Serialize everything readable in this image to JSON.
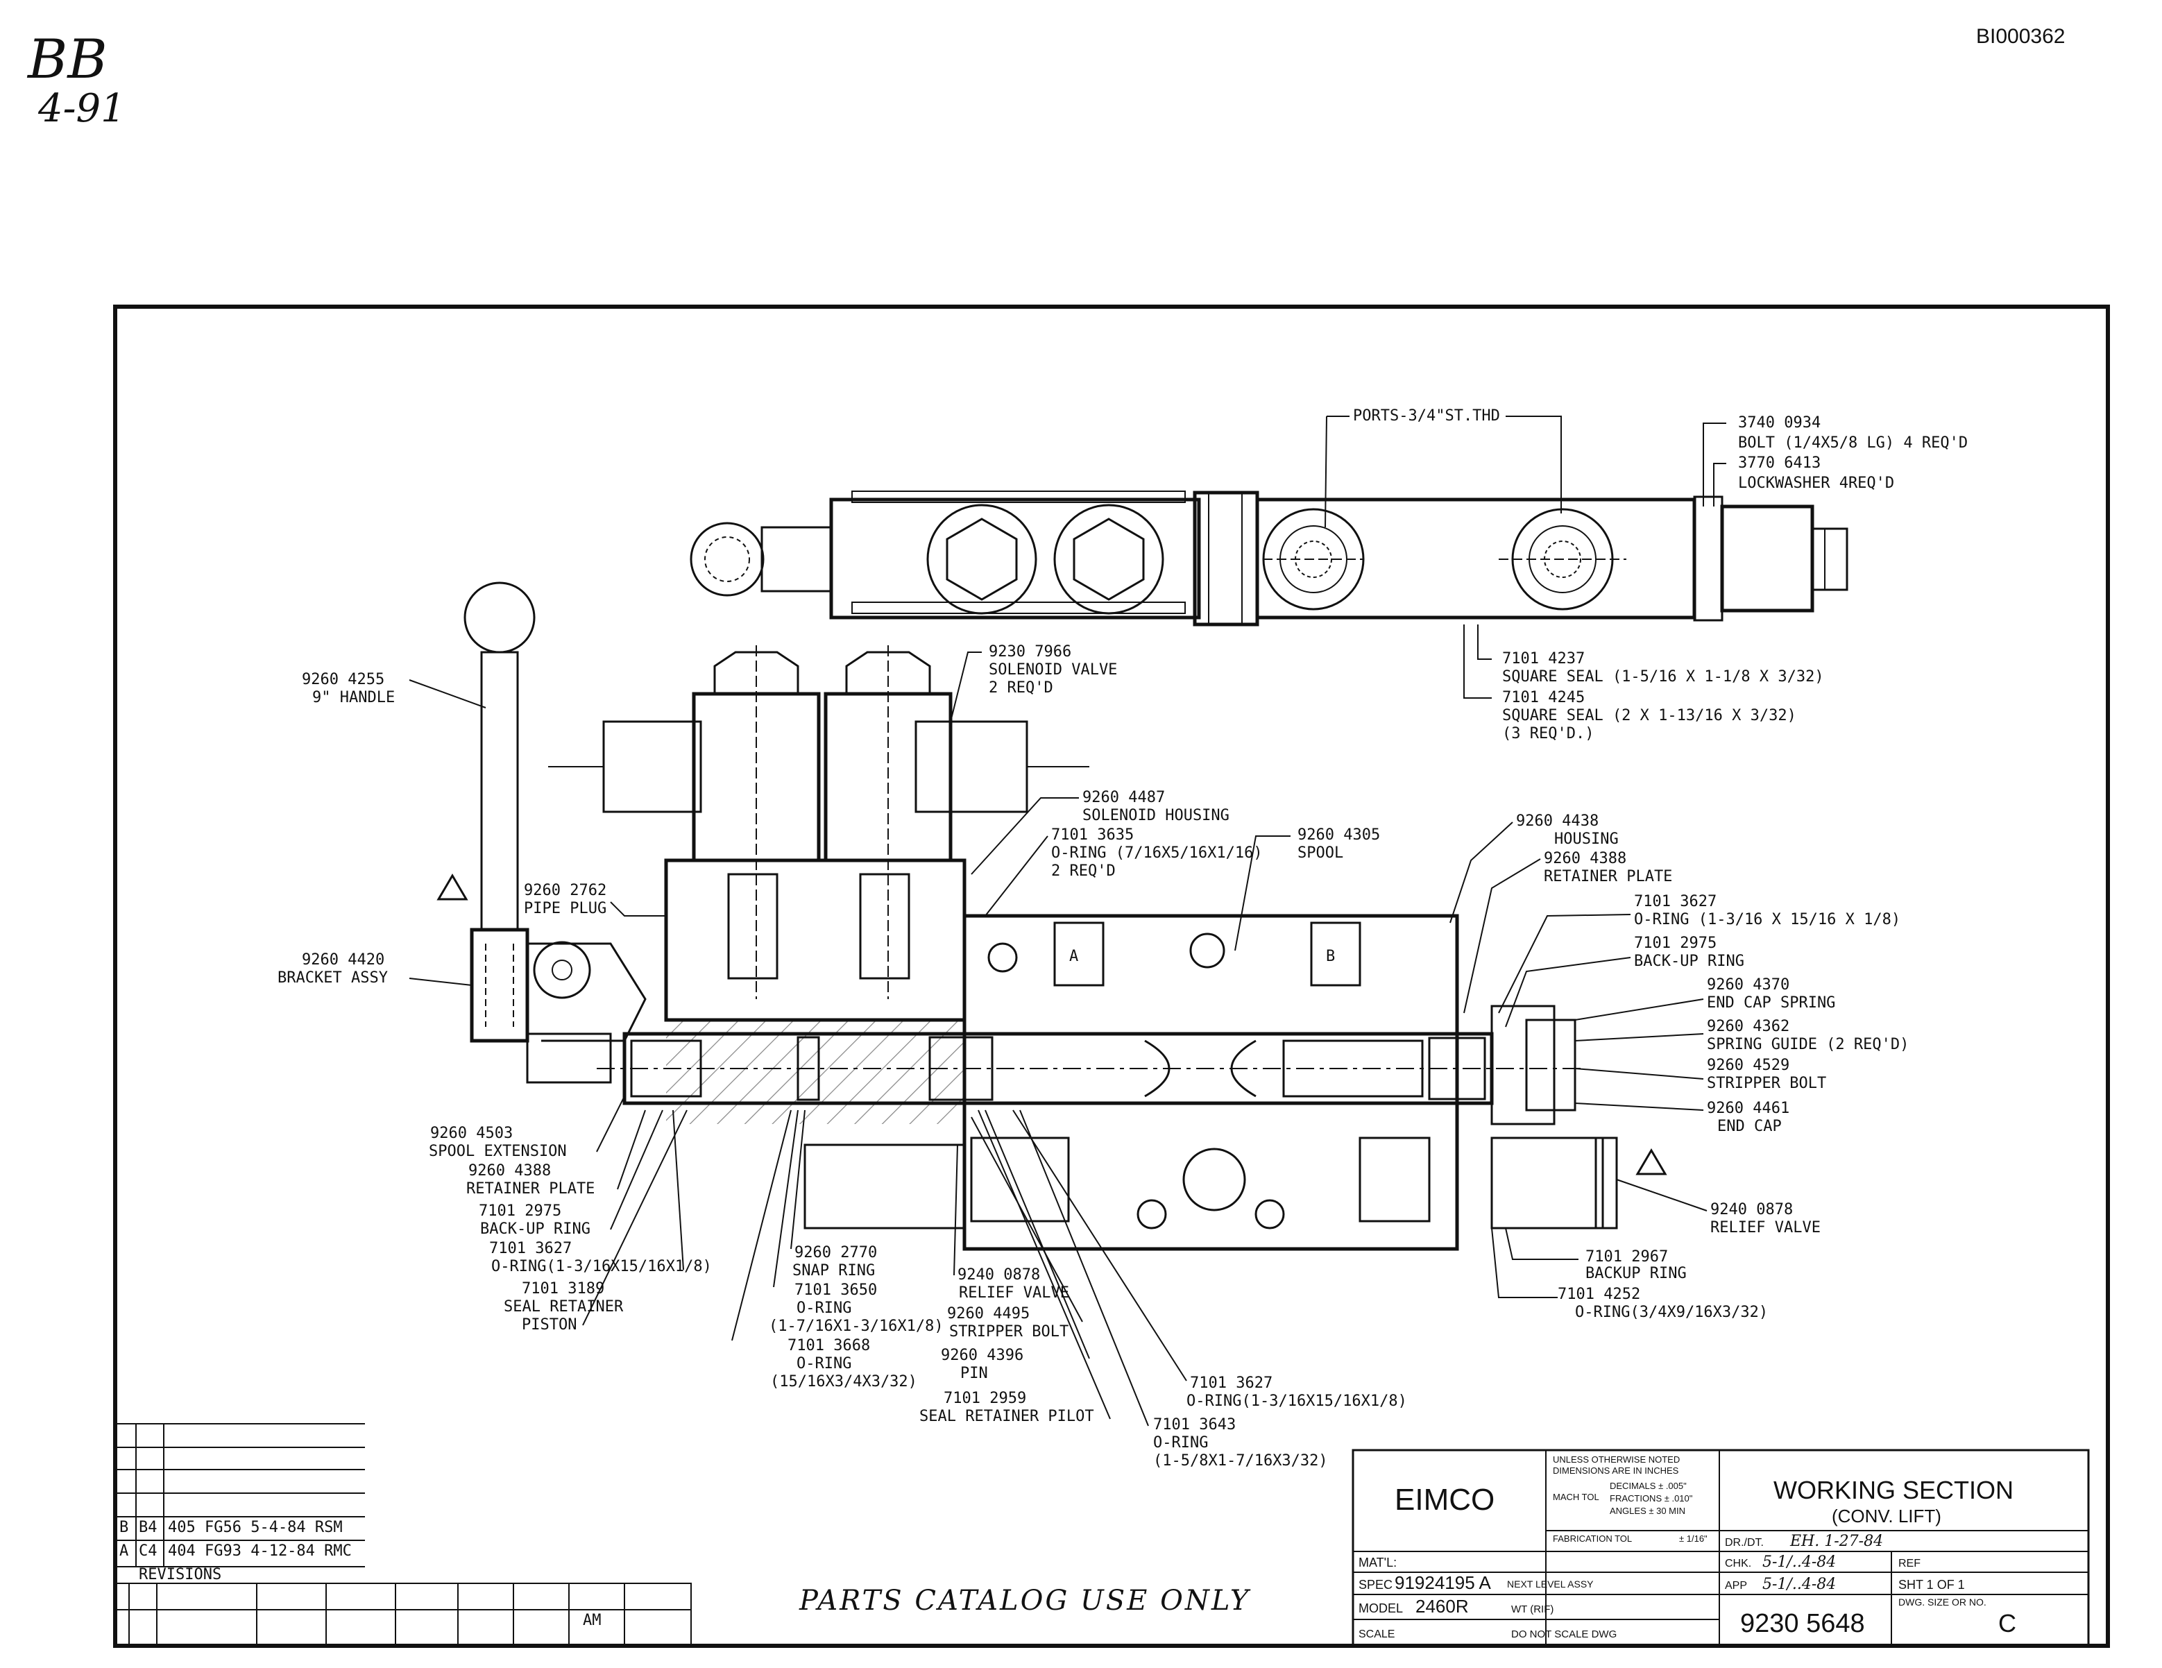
{
  "doc_id": "BI000362",
  "handwritten": {
    "line1": "BB",
    "line2": "4-91"
  },
  "catalog_note": "PARTS CATALOG USE ONLY",
  "callouts": {
    "ports": "PORTS-3/4\"ST.THD",
    "bolt_num": "3740 0934",
    "bolt_desc": "BOLT (1/4X5/8 LG) 4 REQ'D",
    "lockwasher_num": "3770 6413",
    "lockwasher_desc": "LOCKWASHER 4REQ'D",
    "sqseal1_num": "7101 4237",
    "sqseal1_desc": "SQUARE SEAL (1-5/16 X 1-1/8 X 3/32)",
    "sqseal2_num": "7101 4245",
    "sqseal2_desc": "SQUARE SEAL (2 X 1-13/16 X 3/32)",
    "sqseal2_qty": "(3 REQ'D.)",
    "handle_num": "9260 4255",
    "handle_desc": "9\" HANDLE",
    "solvalve_num": "9230 7966",
    "solvalve_desc": "SOLENOID VALVE",
    "solvalve_qty": "2 REQ'D",
    "solhousing_num": "9260 4487",
    "solhousing_desc": "SOLENOID HOUSING",
    "oring_a_num": "7101 3635",
    "oring_a_desc": "O-RING (7/16X5/16X1/16)",
    "oring_a_qty": "2 REQ'D",
    "spool_num": "9260 4305",
    "spool_desc": "SPOOL",
    "housing_num": "9260 4438",
    "housing_desc": "HOUSING",
    "retplate_r_num": "9260 4388",
    "retplate_r_desc": "RETAINER PLATE",
    "oring_b_num": "7101 3627",
    "oring_b_desc": "O-RING (1-3/16 X 15/16 X 1/8)",
    "backup_r_num": "7101 2975",
    "backup_r_desc": "BACK-UP RING",
    "endcapspring_num": "9260 4370",
    "endcapspring_desc": "END CAP SPRING",
    "springguide_num": "9260 4362",
    "springguide_desc": "SPRING GUIDE (2 REQ'D)",
    "stripper_r_num": "9260 4529",
    "stripper_r_desc": "STRIPPER BOLT",
    "endcap_num": "9260 4461",
    "endcap_desc": "END CAP",
    "relief_r_num": "9240 0878",
    "relief_r_desc": "RELIEF VALVE",
    "backup_b_num": "7101 2967",
    "backup_b_desc": "BACKUP RING",
    "oring_c_num": "7101 4252",
    "oring_c_desc": "O-RING(3/4X9/16X3/32)",
    "pipeplug_num": "9260 2762",
    "pipeplug_desc": "PIPE PLUG",
    "bracket_num": "9260 4420",
    "bracket_desc": "BRACKET ASSY",
    "spoolext_num": "9260 4503",
    "spoolext_desc": "SPOOL EXTENSION",
    "retplate_l_num": "9260 4388",
    "retplate_l_desc": "RETAINER PLATE",
    "backup_l_num": "7101 2975",
    "backup_l_desc": "BACK-UP RING",
    "oring_l_num": "7101 3627",
    "oring_l_desc": "O-RING(1-3/16X15/16X1/8)",
    "sealret_piston_num": "7101 3189",
    "sealret_piston_desc1": "SEAL RETAINER",
    "sealret_piston_desc2": "PISTON",
    "snapring_num": "9260 2770",
    "snapring_desc": "SNAP RING",
    "oring_d_num": "7101 3650",
    "oring_d_desc1": "O-RING",
    "oring_d_desc2": "(1-7/16X1-3/16X1/8)",
    "oring_e_num": "7101 3668",
    "oring_e_desc1": "O-RING",
    "oring_e_desc2": "(15/16X3/4X3/32)",
    "relief_m_num": "9240 0878",
    "relief_m_desc": "RELIEF VALVE",
    "stripper_m_num": "9260 4495",
    "stripper_m_desc": "STRIPPER BOLT",
    "pin_num": "9260 4396",
    "pin_desc": "PIN",
    "sealret_pilot_num": "7101 2959",
    "sealret_pilot_desc": "SEAL RETAINER PILOT",
    "oring_f_num": "7101 3627",
    "oring_f_desc": "O-RING(1-3/16X15/16X1/8)",
    "oring_g_num": "7101 3643",
    "oring_g_desc1": "O-RING",
    "oring_g_desc2": "(1-5/8X1-7/16X3/32)",
    "port_a": "A",
    "port_b": "B"
  },
  "revisions": {
    "rows": [
      {
        "ltr": "B",
        "zone": "B4",
        "text": "405 FG56 5-4-84 RSM"
      },
      {
        "ltr": "A",
        "zone": "C4",
        "text": "404 FG93 4-12-84 RMC"
      }
    ],
    "header": "REVISIONS",
    "sig_am": "AM"
  },
  "title_block": {
    "company": "EIMCO",
    "tol_note1": "UNLESS OTHERWISE NOTED",
    "tol_note2": "DIMENSIONS ARE IN INCHES",
    "mach_tol": "MACH TOL",
    "decimals": "DECIMALS ± .005\"",
    "fractions": "FRACTIONS ± .010\"",
    "angles": "ANGLES ± 30 MIN",
    "fab_tol": "FABRICATION TOL",
    "fab_val": "± 1/16\"",
    "title_line1": "WORKING SECTION",
    "title_line2": "(CONV. LIFT)",
    "matl_label": "MAT'L:",
    "spec_label": "SPEC",
    "spec_value": "91924195 A",
    "next_level": "NEXT LEVEL ASSY",
    "model_label": "MODEL",
    "model_value": "2460R",
    "wt_label": "WT (RIF)",
    "scale_label": "SCALE",
    "do_not_scale": "DO NOT SCALE DWG",
    "dr_label": "DR./DT.",
    "dr_value": "EH. 1-27-84",
    "chk_label": "CHK.",
    "chk_value": "5-1/..4-84",
    "app_label": "APP",
    "app_value": "5-1/..4-84",
    "ref_label": "REF",
    "sht_label": "SHT 1 OF 1",
    "dwg_size_label": "DWG. SIZE OR NO.",
    "dwg_no": "9230 5648",
    "size": "C"
  }
}
